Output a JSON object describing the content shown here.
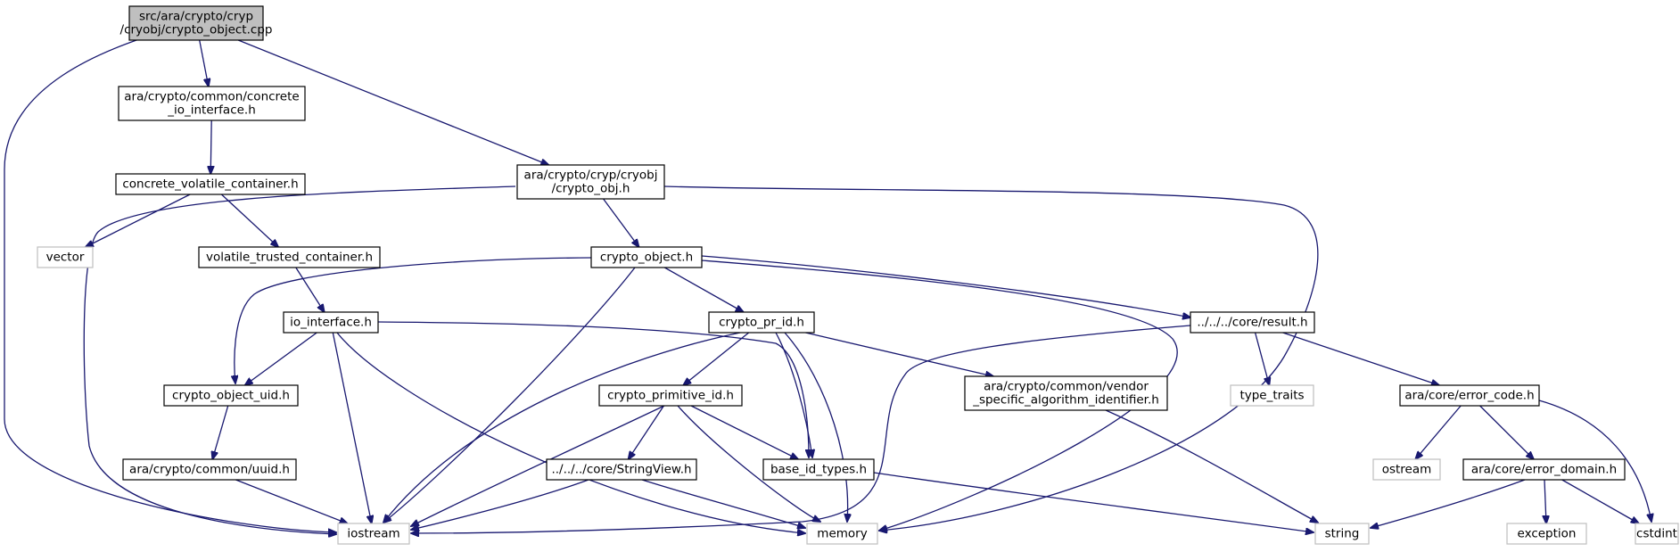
{
  "colors": {
    "edge": "#191970",
    "node_border": "#000000",
    "node_fill": "#ffffff",
    "root_fill": "#bfbfbf",
    "external_border": "#bfbfbf"
  },
  "nodes": [
    {
      "id": "root",
      "lines": [
        "src/ara/crypto/cryp",
        "/cryobj/crypto_object.cpp"
      ],
      "style": "root"
    },
    {
      "id": "concrete_io",
      "lines": [
        "ara/crypto/common/concrete",
        "_io_interface.h"
      ],
      "style": "file"
    },
    {
      "id": "crypto_obj",
      "lines": [
        "ara/crypto/cryp/cryobj",
        "/crypto_obj.h"
      ],
      "style": "file"
    },
    {
      "id": "concrete_volatile",
      "lines": [
        "concrete_volatile_container.h"
      ],
      "style": "file"
    },
    {
      "id": "vector",
      "lines": [
        "vector"
      ],
      "style": "external"
    },
    {
      "id": "volatile_trusted",
      "lines": [
        "volatile_trusted_container.h"
      ],
      "style": "file"
    },
    {
      "id": "crypto_object_h",
      "lines": [
        "crypto_object.h"
      ],
      "style": "file"
    },
    {
      "id": "io_interface",
      "lines": [
        "io_interface.h"
      ],
      "style": "file"
    },
    {
      "id": "crypto_pr_id",
      "lines": [
        "crypto_pr_id.h"
      ],
      "style": "file"
    },
    {
      "id": "result",
      "lines": [
        "../../../core/result.h"
      ],
      "style": "file"
    },
    {
      "id": "crypto_object_uid",
      "lines": [
        "crypto_object_uid.h"
      ],
      "style": "file"
    },
    {
      "id": "crypto_primitive_id",
      "lines": [
        "crypto_primitive_id.h"
      ],
      "style": "file"
    },
    {
      "id": "vendor_specific",
      "lines": [
        "ara/crypto/common/vendor",
        "_specific_algorithm_identifier.h"
      ],
      "style": "file"
    },
    {
      "id": "type_traits",
      "lines": [
        "type_traits"
      ],
      "style": "external"
    },
    {
      "id": "error_code",
      "lines": [
        "ara/core/error_code.h"
      ],
      "style": "file"
    },
    {
      "id": "uuid",
      "lines": [
        "ara/crypto/common/uuid.h"
      ],
      "style": "file"
    },
    {
      "id": "stringview",
      "lines": [
        "../../../core/StringView.h"
      ],
      "style": "file"
    },
    {
      "id": "base_id_types",
      "lines": [
        "base_id_types.h"
      ],
      "style": "file"
    },
    {
      "id": "ostream",
      "lines": [
        "ostream"
      ],
      "style": "external"
    },
    {
      "id": "error_domain",
      "lines": [
        "ara/core/error_domain.h"
      ],
      "style": "file"
    },
    {
      "id": "iostream",
      "lines": [
        "iostream"
      ],
      "style": "external"
    },
    {
      "id": "memory",
      "lines": [
        "memory"
      ],
      "style": "external"
    },
    {
      "id": "string",
      "lines": [
        "string"
      ],
      "style": "external"
    },
    {
      "id": "exception",
      "lines": [
        "exception"
      ],
      "style": "external"
    },
    {
      "id": "cstdint",
      "lines": [
        "cstdint"
      ],
      "style": "external"
    }
  ],
  "edges": [
    {
      "from": "root",
      "to": "concrete_io"
    },
    {
      "from": "root",
      "to": "crypto_obj"
    },
    {
      "from": "root",
      "to": "iostream"
    },
    {
      "from": "concrete_io",
      "to": "concrete_volatile"
    },
    {
      "from": "concrete_volatile",
      "to": "vector"
    },
    {
      "from": "concrete_volatile",
      "to": "volatile_trusted"
    },
    {
      "from": "volatile_trusted",
      "to": "io_interface"
    },
    {
      "from": "crypto_obj",
      "to": "crypto_object_h"
    },
    {
      "from": "crypto_obj",
      "to": "iostream"
    },
    {
      "from": "crypto_obj",
      "to": "memory"
    },
    {
      "from": "crypto_object_h",
      "to": "crypto_object_uid"
    },
    {
      "from": "crypto_object_h",
      "to": "crypto_pr_id"
    },
    {
      "from": "crypto_object_h",
      "to": "result"
    },
    {
      "from": "crypto_object_h",
      "to": "iostream"
    },
    {
      "from": "crypto_object_h",
      "to": "memory"
    },
    {
      "from": "io_interface",
      "to": "crypto_object_uid"
    },
    {
      "from": "io_interface",
      "to": "base_id_types"
    },
    {
      "from": "io_interface",
      "to": "iostream"
    },
    {
      "from": "io_interface",
      "to": "memory"
    },
    {
      "from": "crypto_pr_id",
      "to": "crypto_primitive_id"
    },
    {
      "from": "crypto_pr_id",
      "to": "base_id_types"
    },
    {
      "from": "crypto_pr_id",
      "to": "vendor_specific"
    },
    {
      "from": "crypto_pr_id",
      "to": "iostream"
    },
    {
      "from": "crypto_pr_id",
      "to": "memory"
    },
    {
      "from": "result",
      "to": "type_traits"
    },
    {
      "from": "result",
      "to": "error_code"
    },
    {
      "from": "result",
      "to": "iostream"
    },
    {
      "from": "crypto_object_uid",
      "to": "uuid"
    },
    {
      "from": "uuid",
      "to": "iostream"
    },
    {
      "from": "crypto_primitive_id",
      "to": "stringview"
    },
    {
      "from": "crypto_primitive_id",
      "to": "base_id_types"
    },
    {
      "from": "crypto_primitive_id",
      "to": "iostream"
    },
    {
      "from": "crypto_primitive_id",
      "to": "memory"
    },
    {
      "from": "stringview",
      "to": "iostream"
    },
    {
      "from": "stringview",
      "to": "memory"
    },
    {
      "from": "vendor_specific",
      "to": "string"
    },
    {
      "from": "base_id_types",
      "to": "string"
    },
    {
      "from": "error_code",
      "to": "ostream"
    },
    {
      "from": "error_code",
      "to": "error_domain"
    },
    {
      "from": "error_code",
      "to": "cstdint"
    },
    {
      "from": "error_domain",
      "to": "string"
    },
    {
      "from": "error_domain",
      "to": "exception"
    },
    {
      "from": "error_domain",
      "to": "cstdint"
    }
  ]
}
